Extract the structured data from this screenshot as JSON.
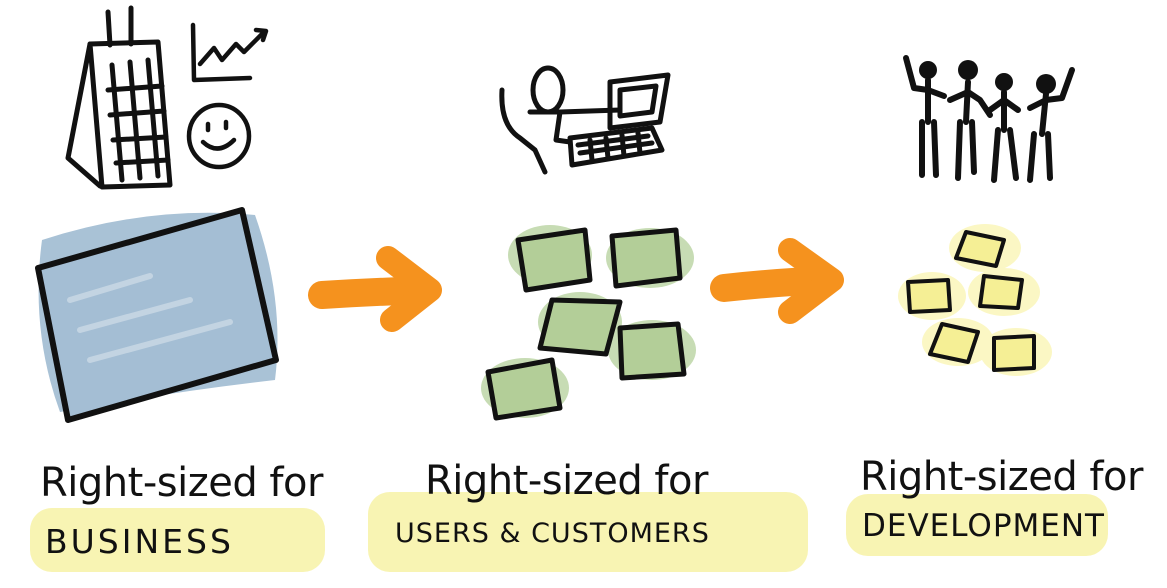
{
  "stages": [
    {
      "id": "business",
      "line1": "Right-sized for",
      "line2": "BUSINESS",
      "icons": [
        "office-building-icon",
        "growth-chart-icon",
        "smiley-face-icon"
      ],
      "block_color": "#a9c2d6"
    },
    {
      "id": "users",
      "line1": "Right-sized for",
      "line2": "USERS & CUSTOMERS",
      "icons": [
        "person-at-laptop-icon"
      ],
      "block_color": "#b5cf9c"
    },
    {
      "id": "development",
      "line1": "Right-sized for",
      "line2": "DEVELOPMENT",
      "icons": [
        "team-of-people-icon"
      ],
      "block_color": "#f5ef95"
    }
  ],
  "colors": {
    "arrow": "#f5921e",
    "highlight": "#f7f2a6",
    "ink": "#111111"
  }
}
